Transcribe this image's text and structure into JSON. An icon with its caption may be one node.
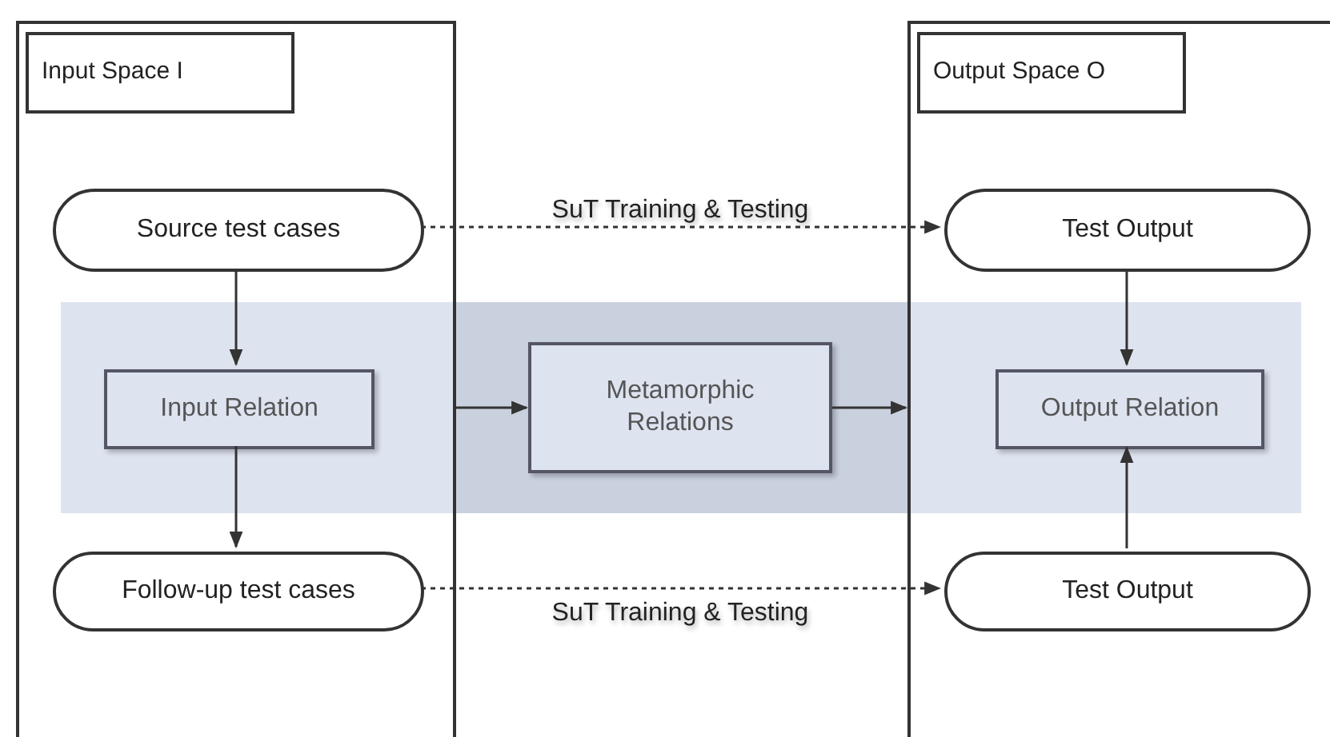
{
  "diagram": {
    "nodes": [
      {
        "text": [
          "Input Space I"
        ]
      },
      {
        "text": [
          "Source test cases"
        ],
        "in": 0
      },
      {
        "text": [
          "Input Relation"
        ],
        "in": 0
      },
      {
        "text": [
          "Follow-up test cases"
        ],
        "in": 0
      },
      {
        "text": [
          "Output Space O"
        ]
      },
      {
        "text": [
          "Test Output"
        ],
        "in": 4
      },
      {
        "text": [
          "Output Relation"
        ],
        "in": 4
      },
      {
        "text": [
          "Test Output"
        ],
        "in": 4
      },
      {
        "text": [
          "Metamorphic Relations"
        ]
      }
    ],
    "edges": [
      {
        "from": 1,
        "to": 5,
        "arrow": "to",
        "style": "dashed",
        "label": "SuT Training & Testing"
      },
      {
        "from": 1,
        "to": 2,
        "arrow": "to"
      },
      {
        "from": 2,
        "to": 3,
        "arrow": "to"
      },
      {
        "from": 0,
        "to": 8,
        "arrow": "to"
      },
      {
        "from": 8,
        "to": 4,
        "arrow": "to"
      },
      {
        "from": 5,
        "to": 6,
        "arrow": "to"
      },
      {
        "from": 7,
        "to": 6,
        "arrow": "to"
      },
      {
        "from": 3,
        "to": 7,
        "arrow": "to",
        "style": "dashed",
        "label": "SuT Training & Testing"
      }
    ]
  }
}
